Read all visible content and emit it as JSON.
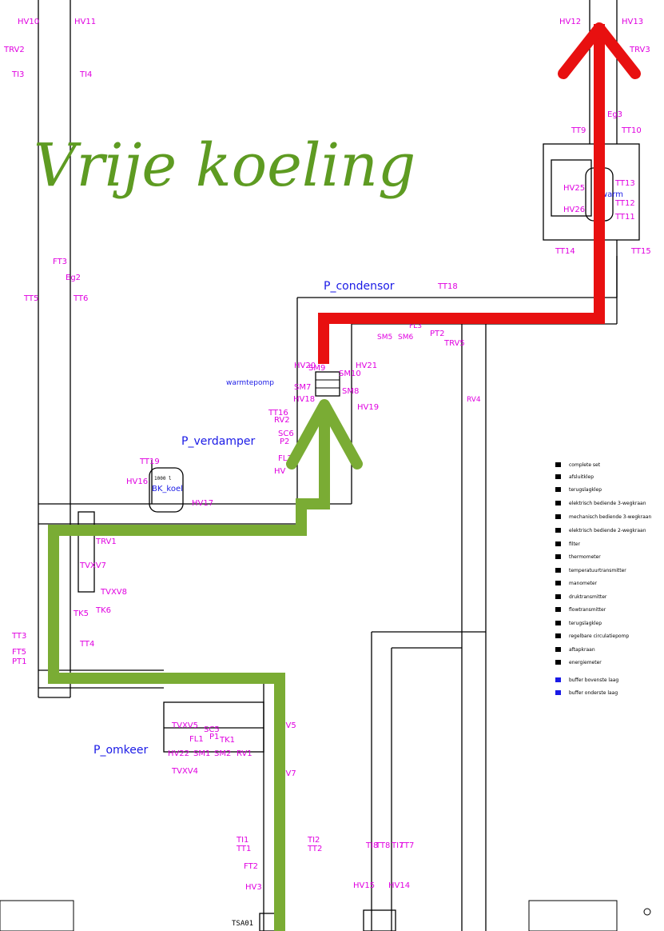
{
  "title": "Vrije koeling",
  "colors": {
    "cold_flow": "#7aac34",
    "warm_flow": "#e81010",
    "tag": "#e000e0",
    "section": "#1a1ae6",
    "pipe": "#000000"
  },
  "sections": {
    "condensor": "P_condensor",
    "verdamper": "P_verdamper",
    "omkeer": "P_omkeer",
    "warmtepomp": "warmtepomp"
  },
  "tanks": {
    "bk_koel_label": "BK_koel",
    "bk_koel_volume": "1000 l",
    "warm_label": "warm"
  },
  "heat_exchanger": "TSA01",
  "tags": {
    "HV10": "HV10",
    "HV11": "HV11",
    "HV12": "HV12",
    "HV13": "HV13",
    "TRV2": "TRV2",
    "TRV3": "TRV3",
    "TI3": "TI3",
    "TI4": "TI4",
    "FT3": "FT3",
    "EG2": "Eg2",
    "TT5": "TT5",
    "TT6": "TT6",
    "EG3": "Eg3",
    "TT9": "TT9",
    "TT10": "TT10",
    "HV25": "HV25",
    "HV26": "HV26",
    "TT11": "TT11",
    "TT12": "TT12",
    "TT13": "TT13",
    "TT14": "TT14",
    "TT15": "TT15",
    "TT18": "TT18",
    "HV20": "HV20",
    "HV21": "HV21",
    "SM9": "SM9",
    "SM10": "SM10",
    "SM7": "SM7",
    "SM8": "SM8",
    "HV18": "HV18",
    "HV19": "HV19",
    "TT16": "TT16",
    "RV2": "RV2",
    "SC6": "SC6",
    "P2": "P2",
    "FL2": "FL2",
    "HV": "HV",
    "PT2": "PT2",
    "TRV5": "TRV5",
    "SM5": "SM5",
    "SM6": "SM6",
    "FL3": "FL3",
    "RV4": "RV4",
    "TT19": "TT19",
    "HV16": "HV16",
    "HV17": "HV17",
    "TRV1": "TRV1",
    "TVXV7": "TVXV7",
    "TVXV8": "TVXV8",
    "TK5": "TK5",
    "TK6": "TK6",
    "TT3": "TT3",
    "TT4": "TT4",
    "FT5": "FT5",
    "PT1": "PT1",
    "TVXV5": "TVXV5",
    "TVXV4": "TVXV4",
    "SC5": "SC5",
    "P1": "P1",
    "TK1": "TK1",
    "FL1": "FL1",
    "HV22": "HV22",
    "SM1": "SM1",
    "SM2": "SM2",
    "RV1": "RV1",
    "HV5": "HV5",
    "HV7": "HV7",
    "TI1": "TI1",
    "TT1": "TT1",
    "FT2": "FT2",
    "TI2": "TI2",
    "TT2": "TT2",
    "HV3": "HV3",
    "TI8": "TI8",
    "TT8": "TT8",
    "TI7": "TI7",
    "TT7": "TT7",
    "HV15": "HV15",
    "HV14": "HV14"
  },
  "legend": [
    "complete set",
    "afsluitklep",
    "terugslagklep",
    "elektrisch bediende 3-wegkraan",
    "mechanisch bediende 3-wegkraan",
    "elektrisch bediende 2-wegkraan",
    "filter",
    "thermometer",
    "temperatuurtransmitter",
    "manometer",
    "druktransmitter",
    "flowtransmitter",
    "terugslagklep",
    "regelbare circulatiepomp",
    "aftapkraan",
    "energiemeter",
    "buffer bovenste laag",
    "buffer onderste laag"
  ]
}
